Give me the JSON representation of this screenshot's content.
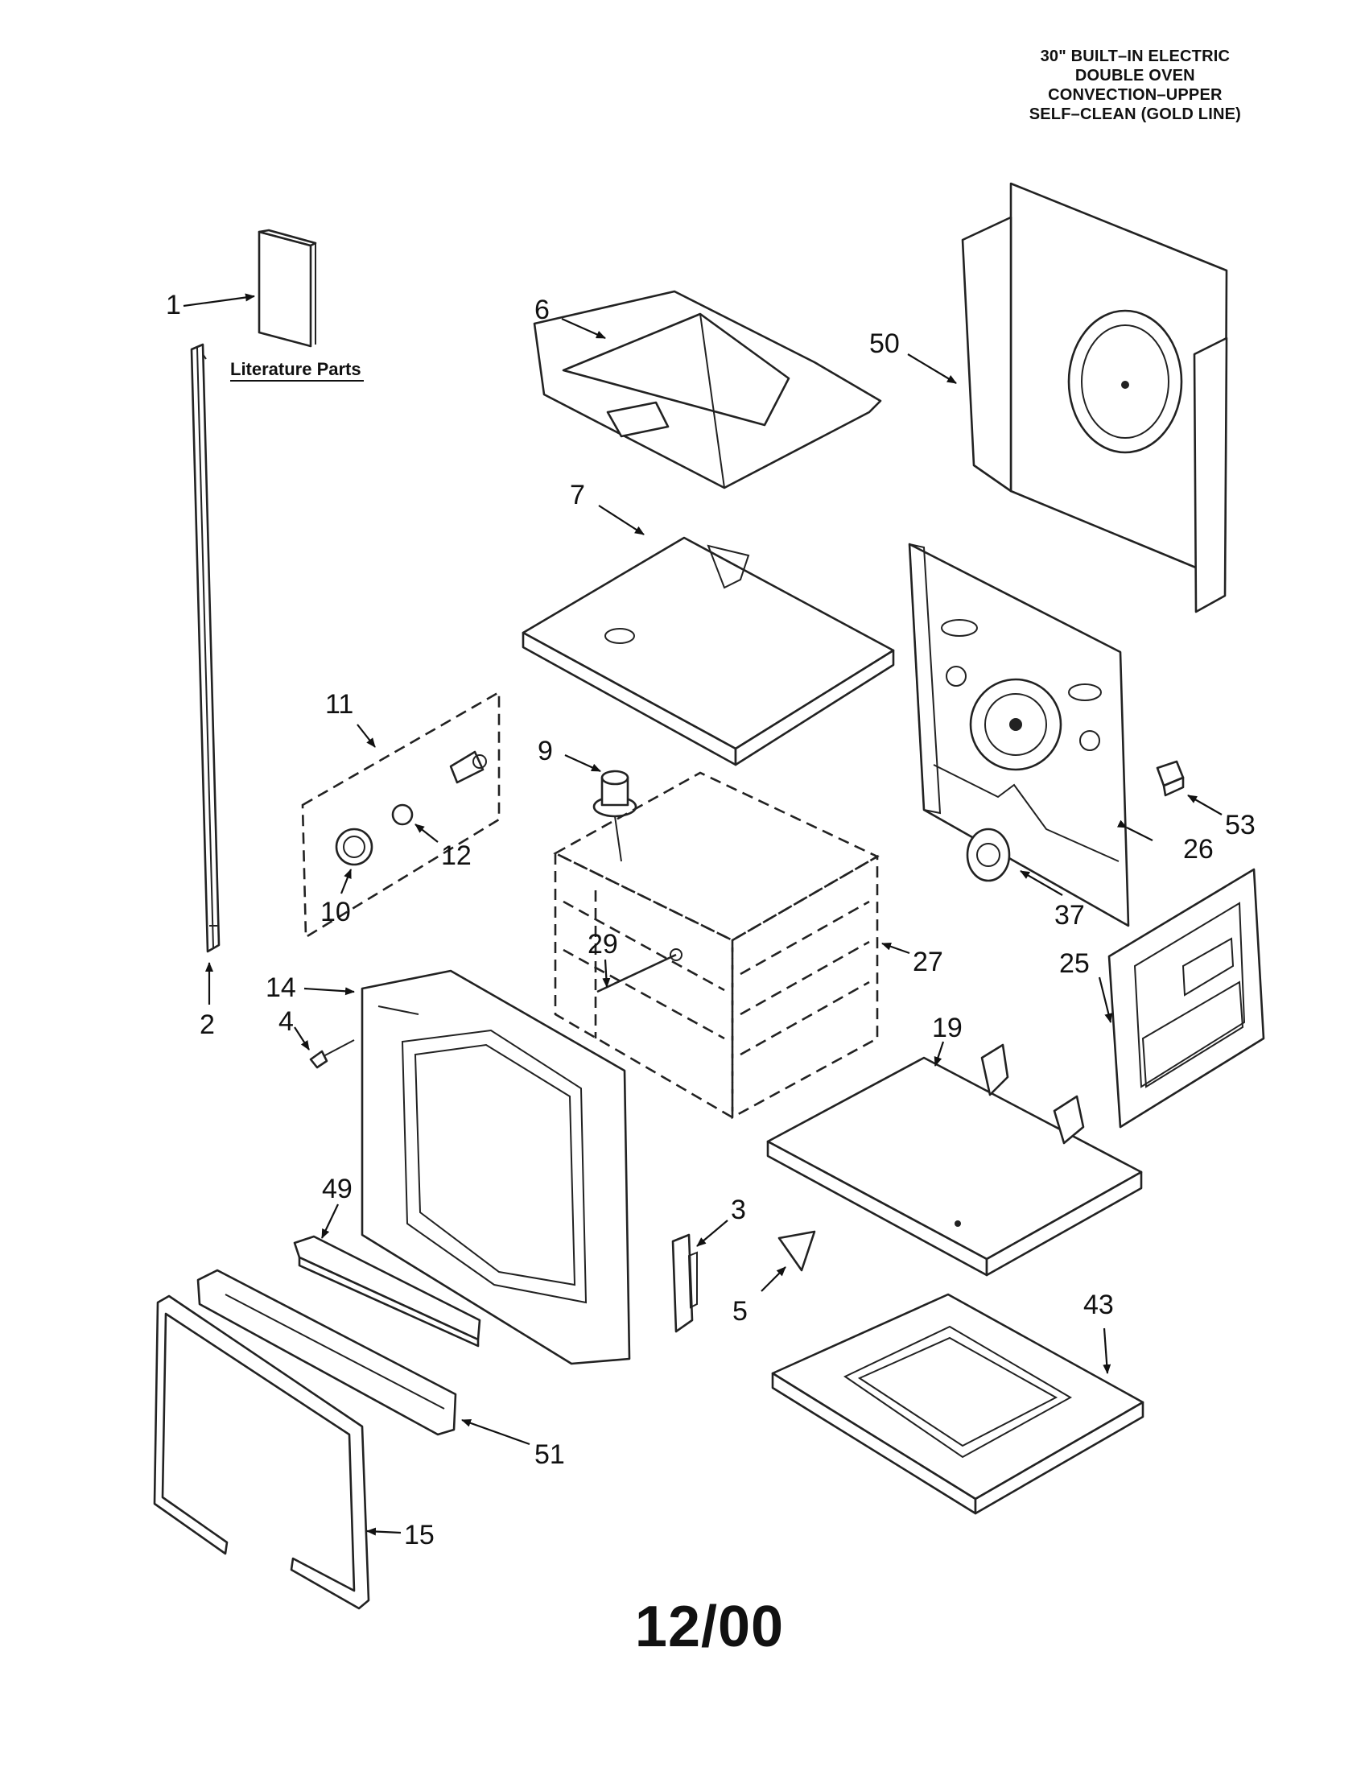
{
  "title_lines": [
    "30\" BUILT–IN ELECTRIC",
    "DOUBLE OVEN",
    "CONVECTION–UPPER",
    "SELF–CLEAN (GOLD LINE)"
  ],
  "literature_label": "Literature Parts",
  "date_code": "12/00",
  "callouts": {
    "c1": "1",
    "c2": "2",
    "c3": "3",
    "c4": "4",
    "c5": "5",
    "c6": "6",
    "c7": "7",
    "c9": "9",
    "c10": "10",
    "c11": "11",
    "c12": "12",
    "c14": "14",
    "c15": "15",
    "c19": "19",
    "c25": "25",
    "c26": "26",
    "c27": "27",
    "c29": "29",
    "c37": "37",
    "c43": "43",
    "c49": "49",
    "c50": "50",
    "c51": "51",
    "c53": "53"
  }
}
